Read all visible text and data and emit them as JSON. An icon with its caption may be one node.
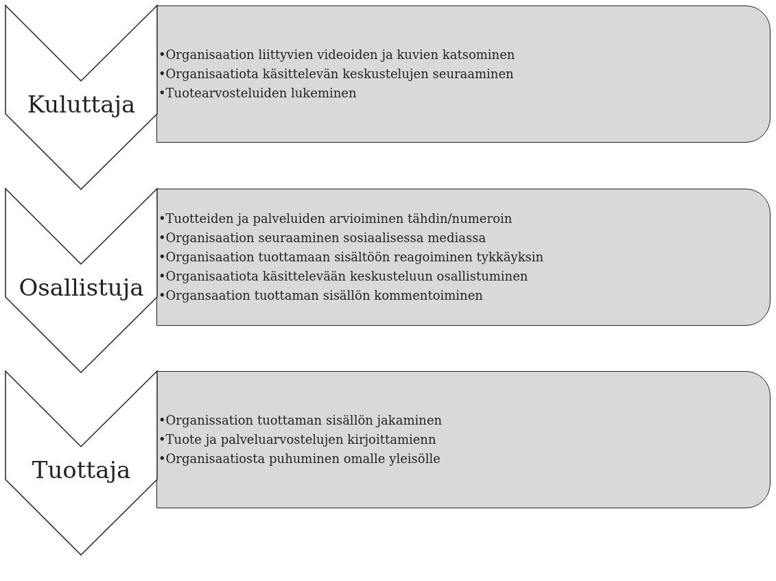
{
  "diagram": {
    "nodes": [
      {
        "text": [
          "Kuluttaja"
        ]
      },
      {
        "text": [
          "•Organisaation liittyvien videoiden ja kuvien katsominen",
          "•Organisaatiota käsittelevän keskustelujen seuraaminen",
          "•Tuotearvosteluiden lukeminen"
        ]
      },
      {
        "text": [
          "Osallistuja"
        ]
      },
      {
        "text": [
          "•Tuotteiden ja palveluiden arvioiminen tähdin/numeroin",
          "•Organisaation seuraaminen sosiaalisessa mediassa",
          "•Organisaation tuottamaan sisältöön reagoiminen tykkäyksin",
          "•Organisaatiota käsittelevään keskusteluun osallistuminen",
          "•Organsaation tuottaman sisällön kommentoiminen"
        ]
      },
      {
        "text": [
          "Tuottaja"
        ]
      },
      {
        "text": [
          "•Organissation tuottaman sisällön jakaminen",
          "•Tuote ja palveluarvostelujen kirjoittamienn",
          "•Organisaatiosta puhuminen omalle yleisölle"
        ]
      }
    ]
  }
}
